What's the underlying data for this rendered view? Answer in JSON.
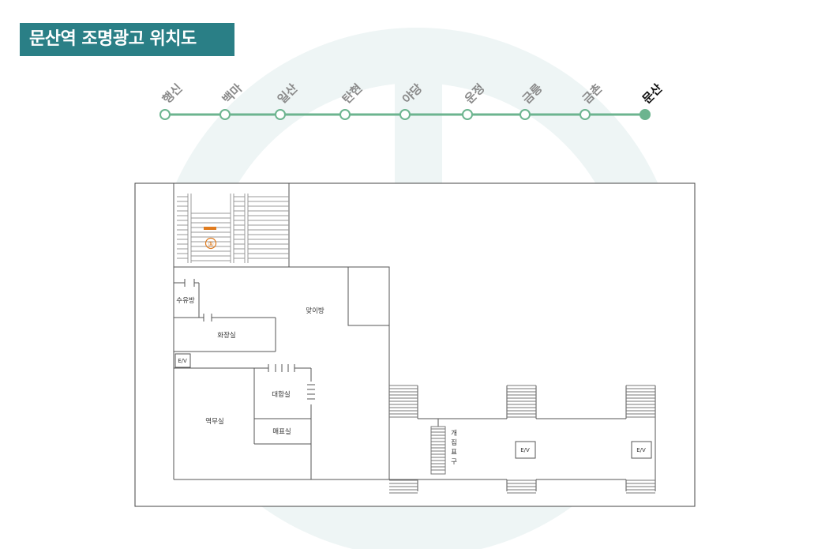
{
  "title": "문산역 조명광고 위치도",
  "colors": {
    "title_bg": "#2a7f86",
    "line": "#6cb48f",
    "current_station": "#6cb48f",
    "marker": "#e07b1e",
    "watermark": "#eef5f5"
  },
  "stations": [
    {
      "name": "행신",
      "current": false
    },
    {
      "name": "백마",
      "current": false
    },
    {
      "name": "일산",
      "current": false
    },
    {
      "name": "탄현",
      "current": false
    },
    {
      "name": "야당",
      "current": false
    },
    {
      "name": "운정",
      "current": false
    },
    {
      "name": "금릉",
      "current": false
    },
    {
      "name": "금촌",
      "current": false
    },
    {
      "name": "문산",
      "current": true
    }
  ],
  "floor_plan": {
    "rooms": {
      "suyubang": "수유방",
      "majibang": "맞이방",
      "hwajangsil": "화장실",
      "daehapsil": "대합실",
      "yeongmusil": "역무실",
      "maepyosil": "매표실",
      "ev1": "E/V",
      "ev2": "E/V",
      "ev3": "E/V"
    },
    "gate": [
      "개",
      "집",
      "표",
      "구"
    ],
    "marker": "①"
  }
}
